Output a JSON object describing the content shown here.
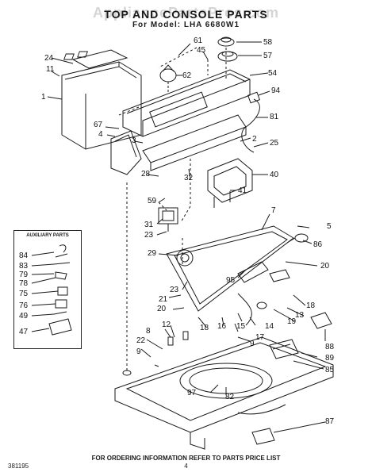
{
  "header": {
    "title": "TOP AND CONSOLE PARTS",
    "subtitle": "For Model: LHA 6680W1",
    "watermark": "AppliancePartsPros.com"
  },
  "aux_box": {
    "title": "AUXILIARY PARTS"
  },
  "footer": {
    "order_info": "FOR ORDERING INFORMATION REFER TO PARTS PRICE LIST",
    "code": "381195",
    "page": "4"
  },
  "callouts": [
    {
      "id": "c24",
      "label": "24"
    },
    {
      "id": "c11",
      "label": "11"
    },
    {
      "id": "c1",
      "label": "1"
    },
    {
      "id": "c61",
      "label": "61"
    },
    {
      "id": "c45",
      "label": "45"
    },
    {
      "id": "c62",
      "label": "62"
    },
    {
      "id": "c58",
      "label": "58"
    },
    {
      "id": "c57",
      "label": "57"
    },
    {
      "id": "c54",
      "label": "54"
    },
    {
      "id": "c94",
      "label": "94"
    },
    {
      "id": "c81",
      "label": "81"
    },
    {
      "id": "c67",
      "label": "67"
    },
    {
      "id": "c4",
      "label": "4"
    },
    {
      "id": "c3",
      "label": "3"
    },
    {
      "id": "c2",
      "label": "2"
    },
    {
      "id": "c25",
      "label": "25"
    },
    {
      "id": "c28",
      "label": "28"
    },
    {
      "id": "c32",
      "label": "32"
    },
    {
      "id": "c40",
      "label": "40"
    },
    {
      "id": "c59",
      "label": "59"
    },
    {
      "id": "c41",
      "label": "41"
    },
    {
      "id": "c31",
      "label": "31"
    },
    {
      "id": "c23a",
      "label": "23"
    },
    {
      "id": "c7",
      "label": "7"
    },
    {
      "id": "c5",
      "label": "5"
    },
    {
      "id": "c86",
      "label": "86"
    },
    {
      "id": "c20a",
      "label": "20"
    },
    {
      "id": "c29",
      "label": "29"
    },
    {
      "id": "c95",
      "label": "95"
    },
    {
      "id": "c23b",
      "label": "23"
    },
    {
      "id": "c21",
      "label": "21"
    },
    {
      "id": "c20b",
      "label": "20"
    },
    {
      "id": "c18a",
      "label": "18"
    },
    {
      "id": "c13",
      "label": "13"
    },
    {
      "id": "c19",
      "label": "19"
    },
    {
      "id": "c12",
      "label": "12"
    },
    {
      "id": "c18b",
      "label": "18"
    },
    {
      "id": "c16",
      "label": "16"
    },
    {
      "id": "c15",
      "label": "15"
    },
    {
      "id": "c14",
      "label": "14"
    },
    {
      "id": "c17",
      "label": "17"
    },
    {
      "id": "c8",
      "label": "8"
    },
    {
      "id": "c22",
      "label": "22"
    },
    {
      "id": "c9a",
      "label": "9"
    },
    {
      "id": "c9b",
      "label": "9"
    },
    {
      "id": "c88",
      "label": "88"
    },
    {
      "id": "c89",
      "label": "89"
    },
    {
      "id": "c85",
      "label": "85"
    },
    {
      "id": "c97",
      "label": "97"
    },
    {
      "id": "c82",
      "label": "82"
    },
    {
      "id": "c87",
      "label": "87"
    },
    {
      "id": "c84",
      "label": "84"
    },
    {
      "id": "c83",
      "label": "83"
    },
    {
      "id": "c79",
      "label": "79"
    },
    {
      "id": "c78",
      "label": "78"
    },
    {
      "id": "c75",
      "label": "75"
    },
    {
      "id": "c76",
      "label": "76"
    },
    {
      "id": "c49",
      "label": "49"
    },
    {
      "id": "c47",
      "label": "47"
    }
  ]
}
